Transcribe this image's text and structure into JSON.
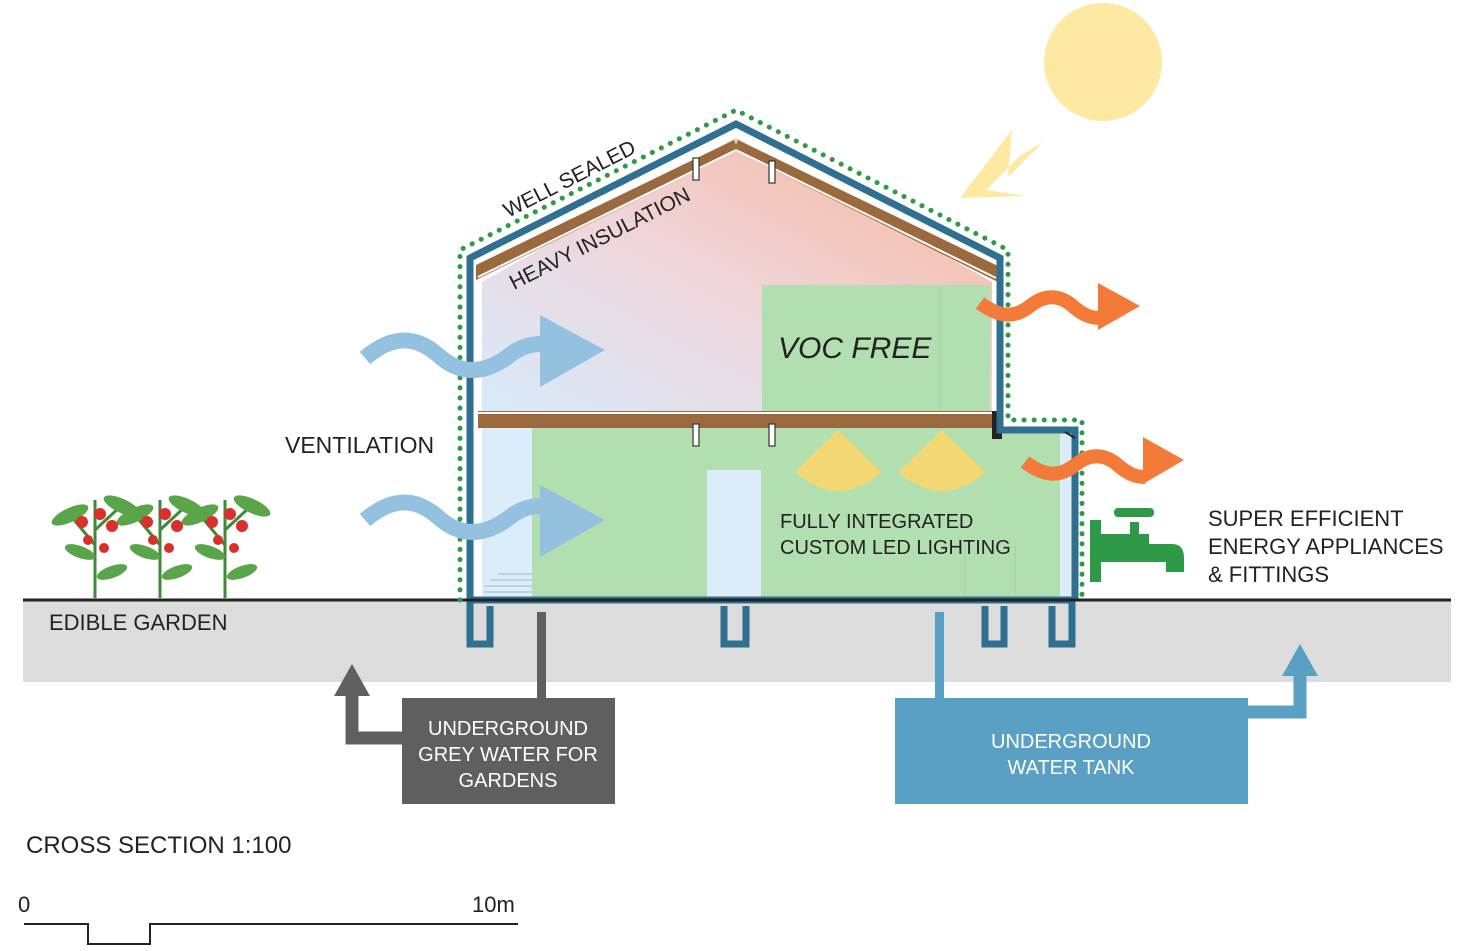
{
  "labels": {
    "well_sealed": "WELL SEALED",
    "heavy_insulation": "HEAVY INSULATION",
    "voc_free": "VOC FREE",
    "ventilation": "VENTILATION",
    "led_line1": "FULLY INTEGRATED",
    "led_line2": "CUSTOM LED LIGHTING",
    "appliances_line1": "SUPER EFFICIENT",
    "appliances_line2": "ENERGY APPLIANCES",
    "appliances_line3": "& FITTINGS",
    "edible_garden": "EDIBLE GARDEN",
    "grey_line1": "UNDERGROUND",
    "grey_line2": "GREY WATER FOR",
    "grey_line3": "GARDENS",
    "tank_line1": "UNDERGROUND",
    "tank_line2": "WATER TANK",
    "section_title": "CROSS SECTION 1:100",
    "scale_start": "0",
    "scale_end": "10m"
  },
  "icons": {
    "sun": "sun-icon",
    "tap": "water-tap-icon",
    "plants": "tomato-plant-icon"
  },
  "colors": {
    "structure": "#2f6f8f",
    "seal_dots": "#2e9a48",
    "room_green": "#b1dfb0",
    "sun": "#fde9a2",
    "heat_arrow": "#f47a3a",
    "air_arrow": "#94c1df",
    "grey_water": "#5f5f5f",
    "water_tank": "#5a9fc4",
    "ground": "#dcdcdc",
    "timber": "#9a6a3e",
    "tap": "#2e9a48"
  }
}
